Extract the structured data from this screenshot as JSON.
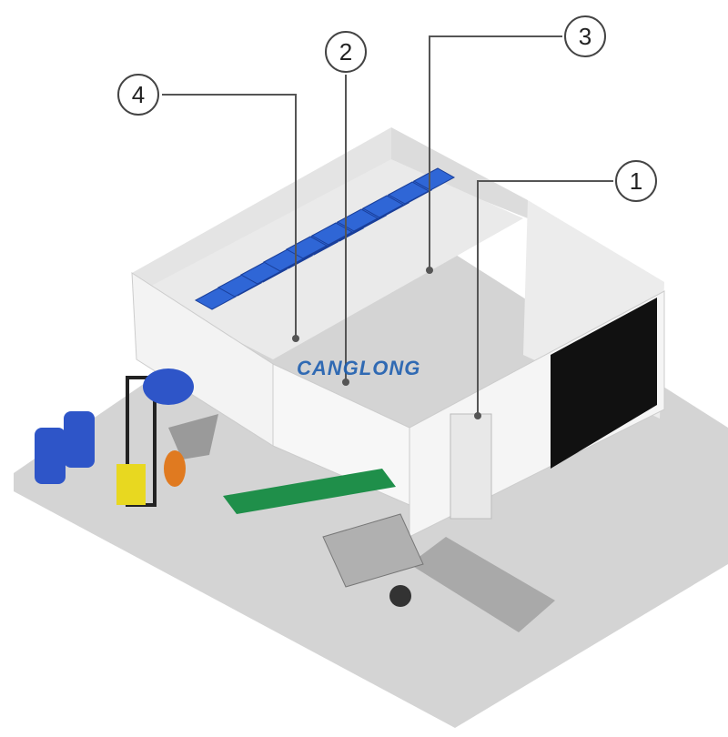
{
  "callouts": [
    {
      "label": "1"
    },
    {
      "label": "2"
    },
    {
      "label": "3"
    },
    {
      "label": "4"
    }
  ],
  "watermark": "CANGLONG",
  "colors": {
    "floor": "#d4d4d4",
    "wall": "#f1f1f1",
    "crates": "#2f66d6",
    "conveyor": "#1f8f4a",
    "barrel": "#2e55c8",
    "panel": "#111111"
  }
}
